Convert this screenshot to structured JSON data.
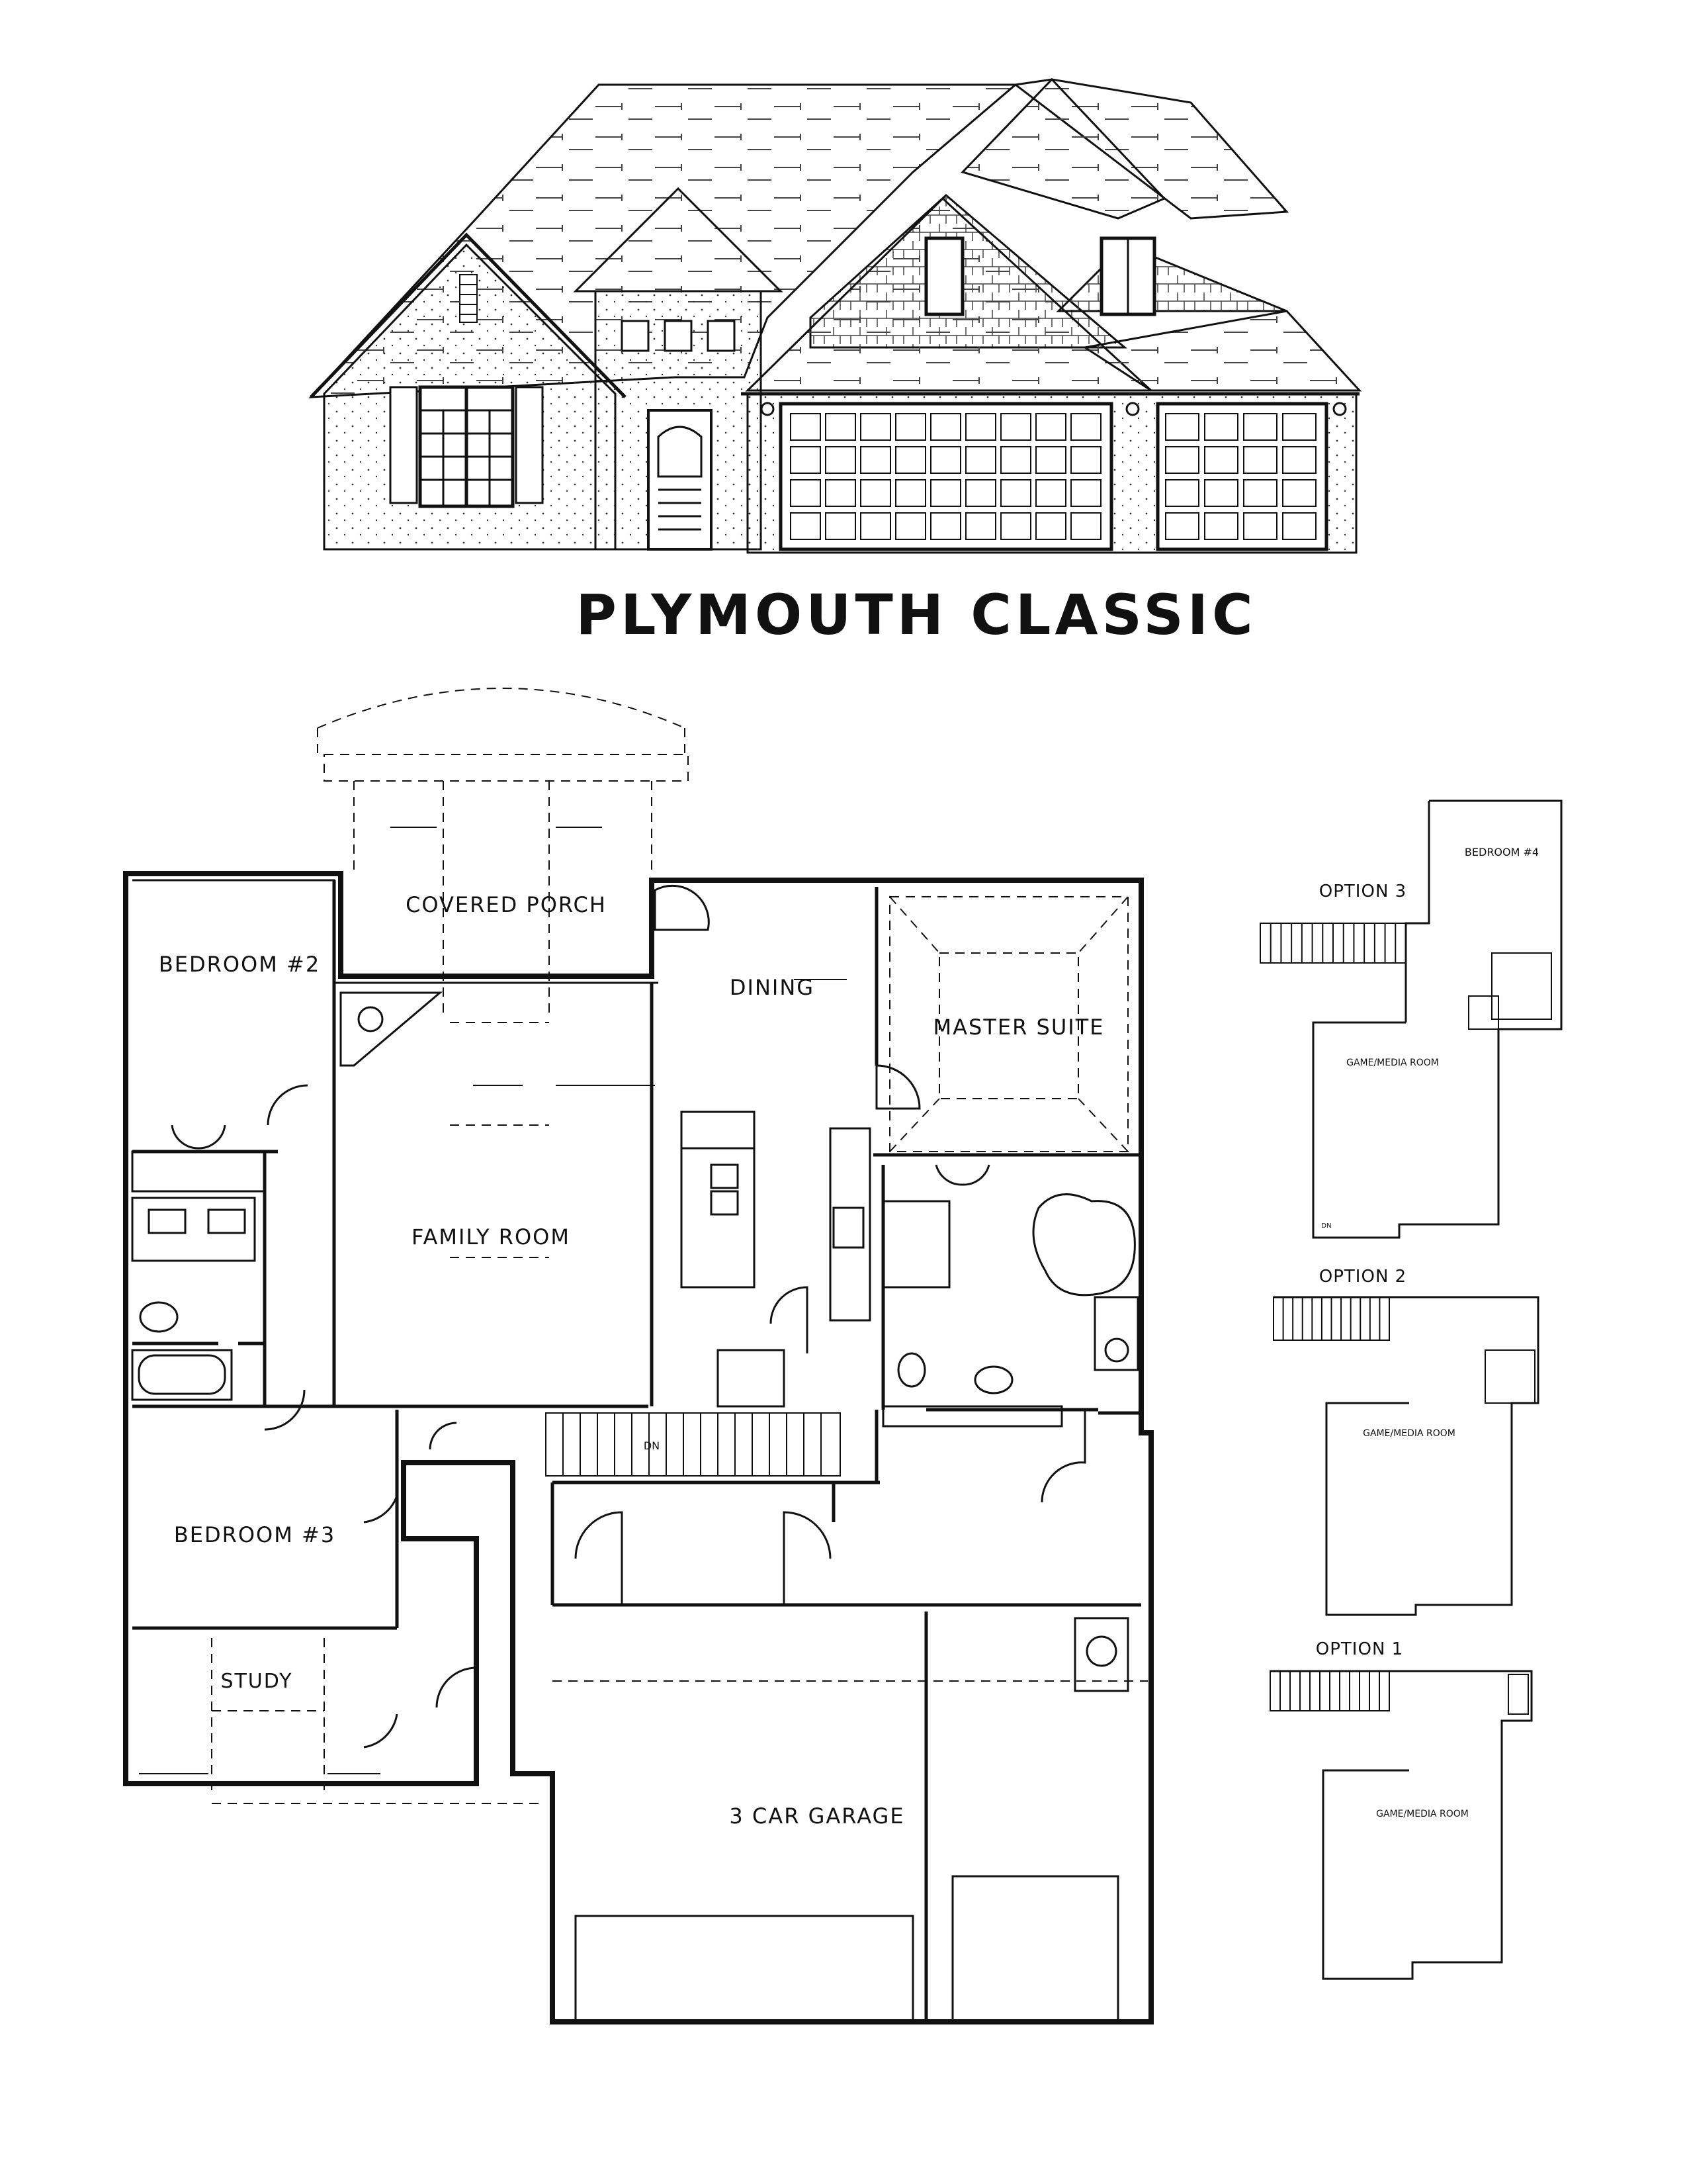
{
  "title": "PLYMOUTH CLASSIC",
  "rooms": {
    "covered_porch": "COVERED PORCH",
    "bedroom2": "BEDROOM #2",
    "dining": "DINING",
    "master_suite": "MASTER SUITE",
    "family_room": "FAMILY ROOM",
    "bedroom3": "BEDROOM #3",
    "study": "STUDY",
    "garage": "3 CAR GARAGE",
    "stair_note": "DN"
  },
  "options": {
    "option3": {
      "label": "OPTION 3",
      "bedroom": "BEDROOM #4",
      "room": "GAME/MEDIA ROOM",
      "note": "DN"
    },
    "option2": {
      "label": "OPTION 2",
      "room": "GAME/MEDIA ROOM"
    },
    "option1": {
      "label": "OPTION 1",
      "room": "GAME/MEDIA ROOM"
    }
  }
}
